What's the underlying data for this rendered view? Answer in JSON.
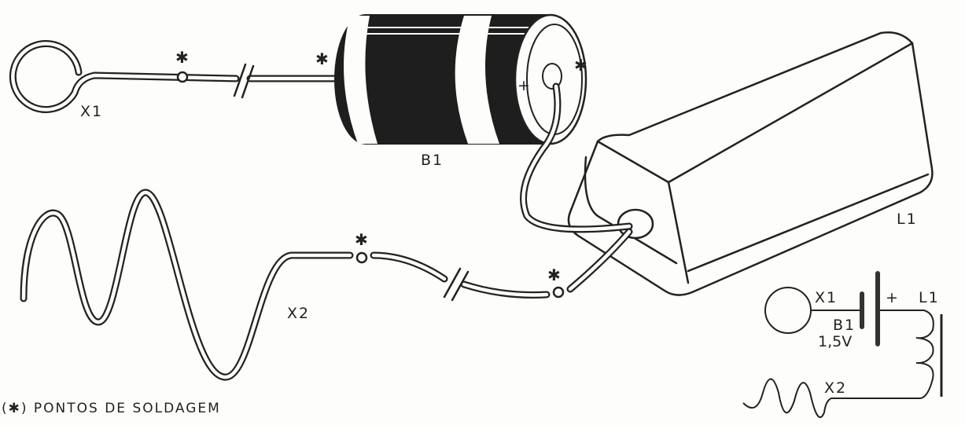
{
  "pictorial": {
    "antenna_x1_label": "X1",
    "battery_label": "B1",
    "battery_plus": "+",
    "coil_label": "L1",
    "antenna_x2_label": "X2",
    "solder_mark": "✱"
  },
  "legend": {
    "text": "(✱) PONTOS DE SOLDAGEM"
  },
  "schematic": {
    "x1_label": "X1",
    "b1_label": "B1",
    "b1_voltage": "1,5V",
    "plus_sign": "+",
    "l1_label": "L1",
    "x2_label": "X2"
  },
  "colors": {
    "ink": "#222222",
    "paper": "#fdfdfb"
  }
}
